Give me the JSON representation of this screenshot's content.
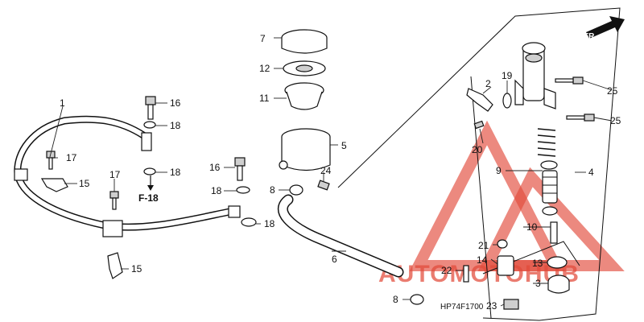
{
  "callouts": {
    "p1": "1",
    "p2": "2",
    "p3": "3",
    "p4": "4",
    "p5": "5",
    "p6": "6",
    "p7": "7",
    "p8a": "8",
    "p8b": "8",
    "p9": "9",
    "p10": "10",
    "p11": "11",
    "p12": "12",
    "p13": "13",
    "p14": "14",
    "p15a": "15",
    "p15b": "15",
    "p16a": "16",
    "p16b": "16",
    "p17a": "17",
    "p17b": "17",
    "p18a": "18",
    "p18b": "18",
    "p18c": "18",
    "p18d": "18",
    "p19": "19",
    "p20": "20",
    "p21": "21",
    "p22": "22",
    "p23": "23",
    "p24": "24",
    "p25a": "25",
    "p25b": "25"
  },
  "ref_label": "F-18",
  "direction_label": "FR.",
  "diagram_code": "HP74F1700",
  "watermark": {
    "text": "AUTOMOTOHUB",
    "color": "#e24a3a"
  }
}
